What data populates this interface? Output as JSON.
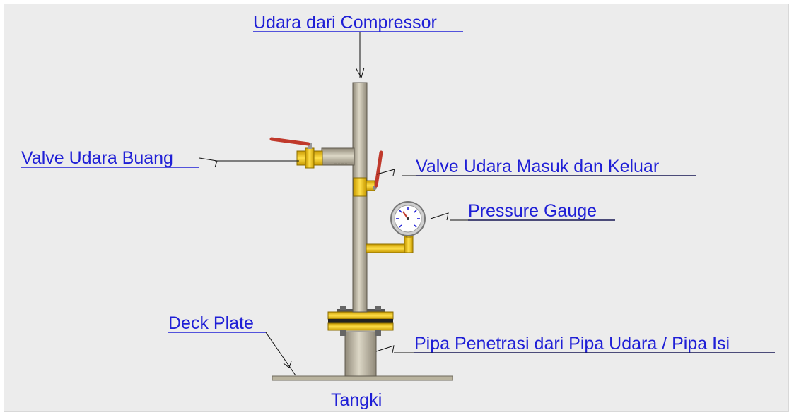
{
  "labels": {
    "compressor": "Udara dari Compressor",
    "valve_buang": "Valve Udara Buang",
    "valve_masuk": "Valve Udara Masuk dan Keluar",
    "gauge": "Pressure Gauge",
    "deck_plate": "Deck Plate",
    "pipa_penetrasi": "Pipa Penetrasi dari Pipa Udara / Pipa Isi",
    "tangki": "Tangki"
  },
  "colors": {
    "background": "#ececec",
    "label_text": "#1f1fd6",
    "pipe": "#bfb8a4",
    "brass": "#f2c500",
    "valve_handle": "#c0392b",
    "gasket": "#222222",
    "deck": "#b9b39e"
  }
}
